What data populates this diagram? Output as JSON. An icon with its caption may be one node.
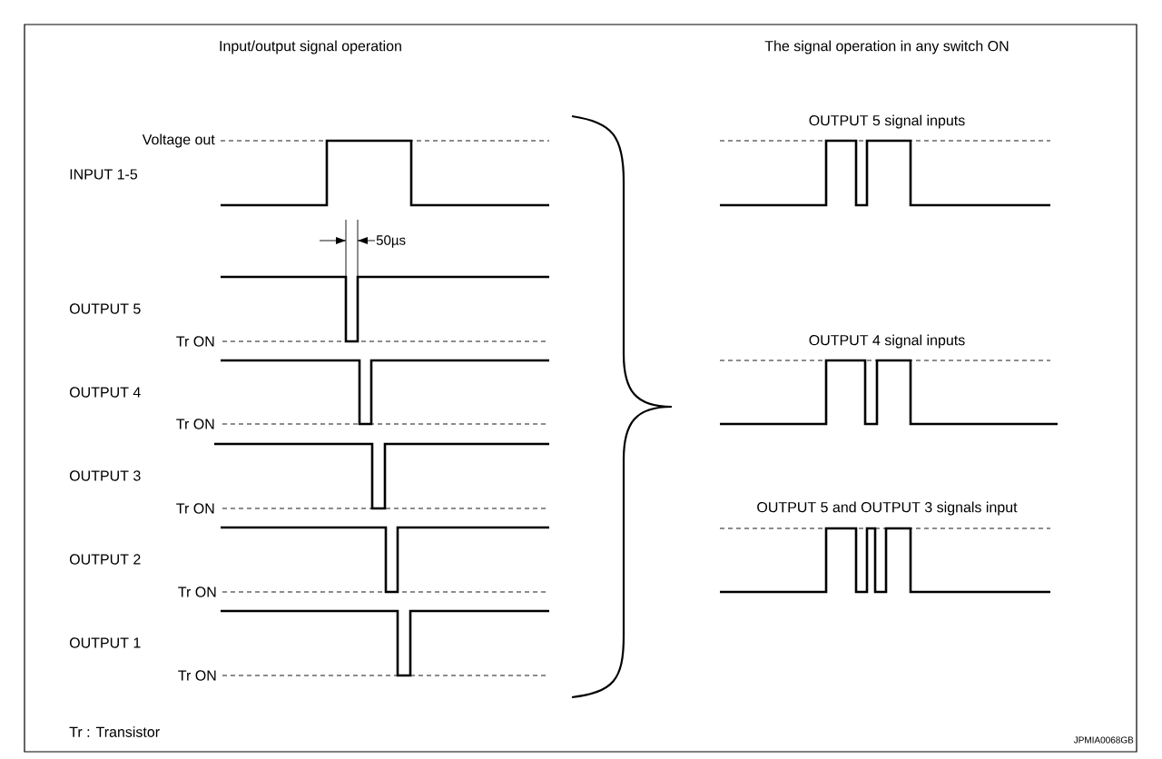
{
  "diagram": {
    "labels": [
      "Input/output signal operation",
      "The signal operation in any switch ON",
      "Voltage out",
      "OUTPUT 5 signal inputs",
      "INPUT 1-5",
      "50µs",
      "OUTPUT 5",
      "Tr ON",
      "OUTPUT 4 signal inputs",
      "OUTPUT 4",
      "Tr ON",
      "OUTPUT 3",
      "Tr ON",
      "OUTPUT 5 and OUTPUT 3 signals input",
      "OUTPUT 2",
      "Tr ON",
      "OUTPUT 1",
      "Tr ON",
      "Tr : Transistor",
      "JPMIA0068GB"
    ]
  }
}
